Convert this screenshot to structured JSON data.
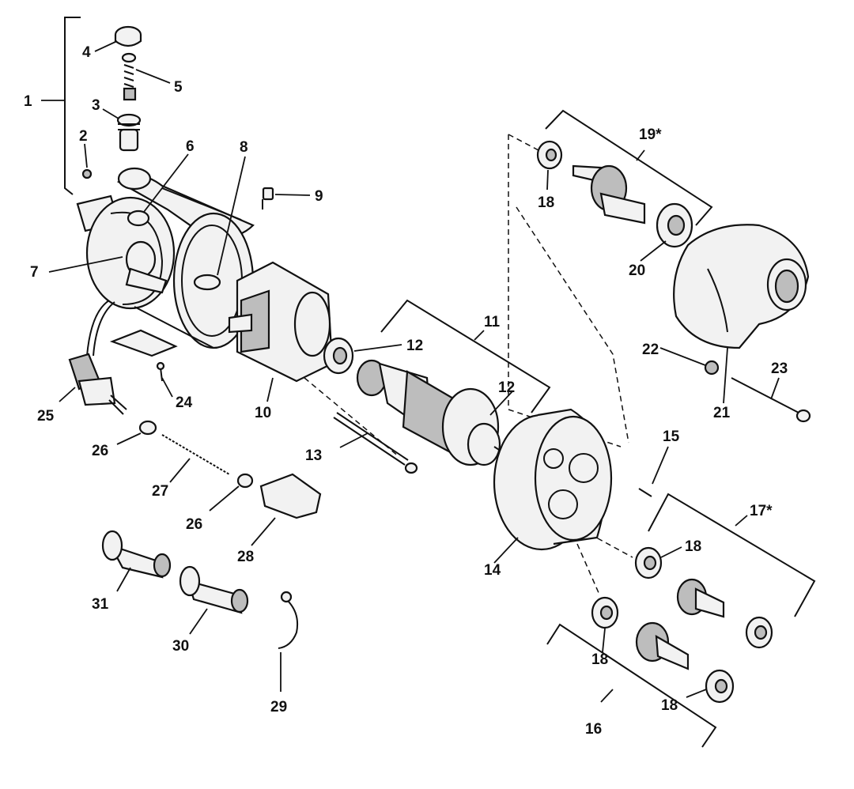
{
  "labels": {
    "p1": "1",
    "p2": "2",
    "p3": "3",
    "p4": "4",
    "p5": "5",
    "p6": "6",
    "p7": "7",
    "p8": "8",
    "p9": "9",
    "p10": "10",
    "p11": "11",
    "p12a": "12",
    "p12b": "12",
    "p13": "13",
    "p14": "14",
    "p15": "15",
    "p16": "16",
    "p17": "17*",
    "p18a": "18",
    "p18b": "18",
    "p18c": "18",
    "p18d": "18",
    "p19": "19*",
    "p20": "20",
    "p21": "21",
    "p22": "22",
    "p23": "23",
    "p24": "24",
    "p25": "25",
    "p26a": "26",
    "p26b": "26",
    "p27": "27",
    "p28": "28",
    "p29": "29",
    "p30": "30",
    "p31": "31"
  },
  "colors": {
    "ink": "#111111",
    "paper": "#ffffff",
    "shade": "#bdbdbd"
  }
}
